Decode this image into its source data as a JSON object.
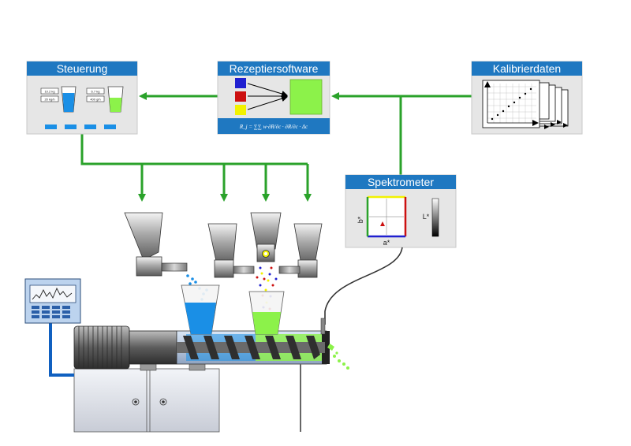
{
  "panels": {
    "steuerung": {
      "title": "Steuerung",
      "labels": [
        "10.2 kg",
        "20 kg/h",
        "6.7 kg",
        "400 g/h"
      ]
    },
    "rezeptier": {
      "title": "Rezeptiersoftware",
      "formula": "R_j = ∑∑ w·∂R/∂c · ∂R/∂c · Δc"
    },
    "kalibrier": {
      "title": "Kalibrierdaten"
    },
    "spektrometer": {
      "title": "Spektrometer",
      "axis_b": "b*",
      "axis_a": "a*",
      "axis_l": "L*"
    }
  },
  "colors": {
    "panel_header": "#1f78c1",
    "panel_body": "#e6e6e6",
    "flow_arrow": "#2aa22a",
    "blue_material": "#1a8fe6",
    "green_material": "#8cf24a",
    "swatch_blue": "#2020d0",
    "swatch_red": "#cc1010",
    "swatch_yellow": "#f2f200",
    "cable": "#1060c0"
  }
}
